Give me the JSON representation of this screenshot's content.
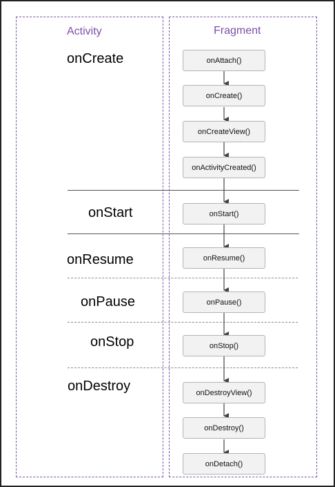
{
  "activity": {
    "title": "Activity",
    "labels": [
      "onCreate",
      "onStart",
      "onResume",
      "onPause",
      "onStop",
      "onDestroy"
    ]
  },
  "fragment": {
    "title": "Fragment",
    "callbacks": [
      "onAttach()",
      "onCreate()",
      "onCreateView()",
      "onActivityCreated()",
      "onStart()",
      "onResume()",
      "onPause()",
      "onStop()",
      "onDestroyView()",
      "onDestroy()",
      "onDetach()"
    ]
  },
  "colors": {
    "accent": "#7b4fa8",
    "box_fill": "#f2f2f2",
    "box_border": "#b3b3b3",
    "arrow": "#444444"
  }
}
